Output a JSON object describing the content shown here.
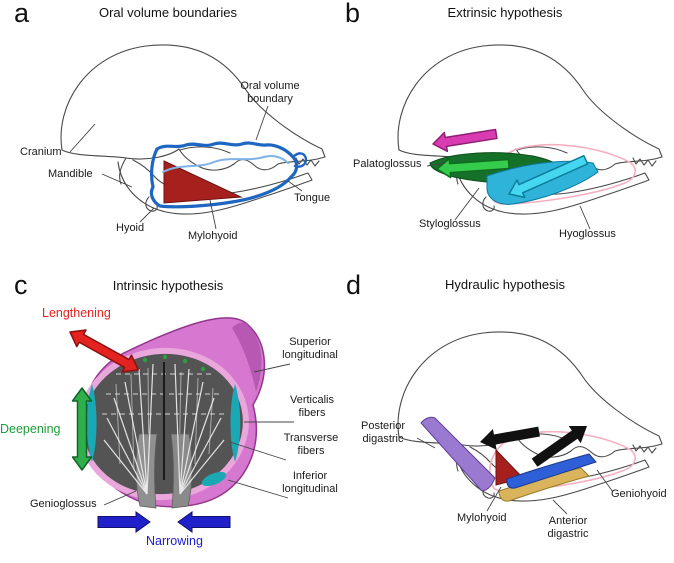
{
  "panels": {
    "a": {
      "letter": "a",
      "title": "Oral volume boundaries",
      "labels": {
        "oral_volume_boundary": "Oral volume boundary",
        "cranium": "Cranium",
        "mandible": "Mandible",
        "hyoid": "Hyoid",
        "mylohyoid": "Mylohyoid",
        "tongue": "Tongue"
      }
    },
    "b": {
      "letter": "b",
      "title": "Extrinsic hypothesis",
      "labels": {
        "palatoglossus": "Palatoglossus",
        "styloglossus": "Styloglossus",
        "hyoglossus": "Hyoglossus"
      }
    },
    "c": {
      "letter": "c",
      "title": "Intrinsic hypothesis",
      "labels": {
        "lengthening": "Lengthening",
        "deepening": "Deepening",
        "narrowing": "Narrowing",
        "superior_longitudinal": "Superior longitudinal",
        "verticalis_fibers": "Verticalis fibers",
        "transverse_fibers": "Transverse fibers",
        "inferior_longitudinal": "Inferior longitudinal",
        "genioglossus": "Genioglossus"
      }
    },
    "d": {
      "letter": "d",
      "title": "Hydraulic hypothesis",
      "labels": {
        "posterior_digastric": "Posterior digastric",
        "mylohyoid": "Mylohyoid",
        "anterior_digastric": "Anterior digastric",
        "geniohyoid": "Geniohyoid"
      }
    }
  },
  "colors": {
    "boundary_blue": "#1d66c2",
    "dorsum_blue": "#7fb3e8",
    "mylohyoid_red": "#a6201e",
    "tongue_outline_pink": "#f4afc0",
    "styloglossus_green": "#15702a",
    "styloglossus_arrow_green": "#35cc4e",
    "palatoglossus_magenta": "#d93bb3",
    "hyoglossus_cyan": "#2fb3d9",
    "hyoglossus_arrow_cyan": "#45d6f0",
    "tongue_body_pink": "#d678cf",
    "tongue_shade_pink": "#b253ae",
    "cut_face_gray": "#545454",
    "rim_pink": "#eaa7dc",
    "verticalis_teal": "#1aa9b4",
    "fiber_dot_green": "#2f9e43",
    "lengthening_red": "#e42320",
    "deepening_arrow_green": "#2fae4c",
    "deepening_text_green": "#1c9e38",
    "narrowing_blue": "#2021c8",
    "posterior_digastric_purple": "#9a7ad0",
    "anterior_digastric_tan": "#d9b45c",
    "geniohyoid_blue": "#2f5fd6",
    "arrow_black": "#111111"
  }
}
